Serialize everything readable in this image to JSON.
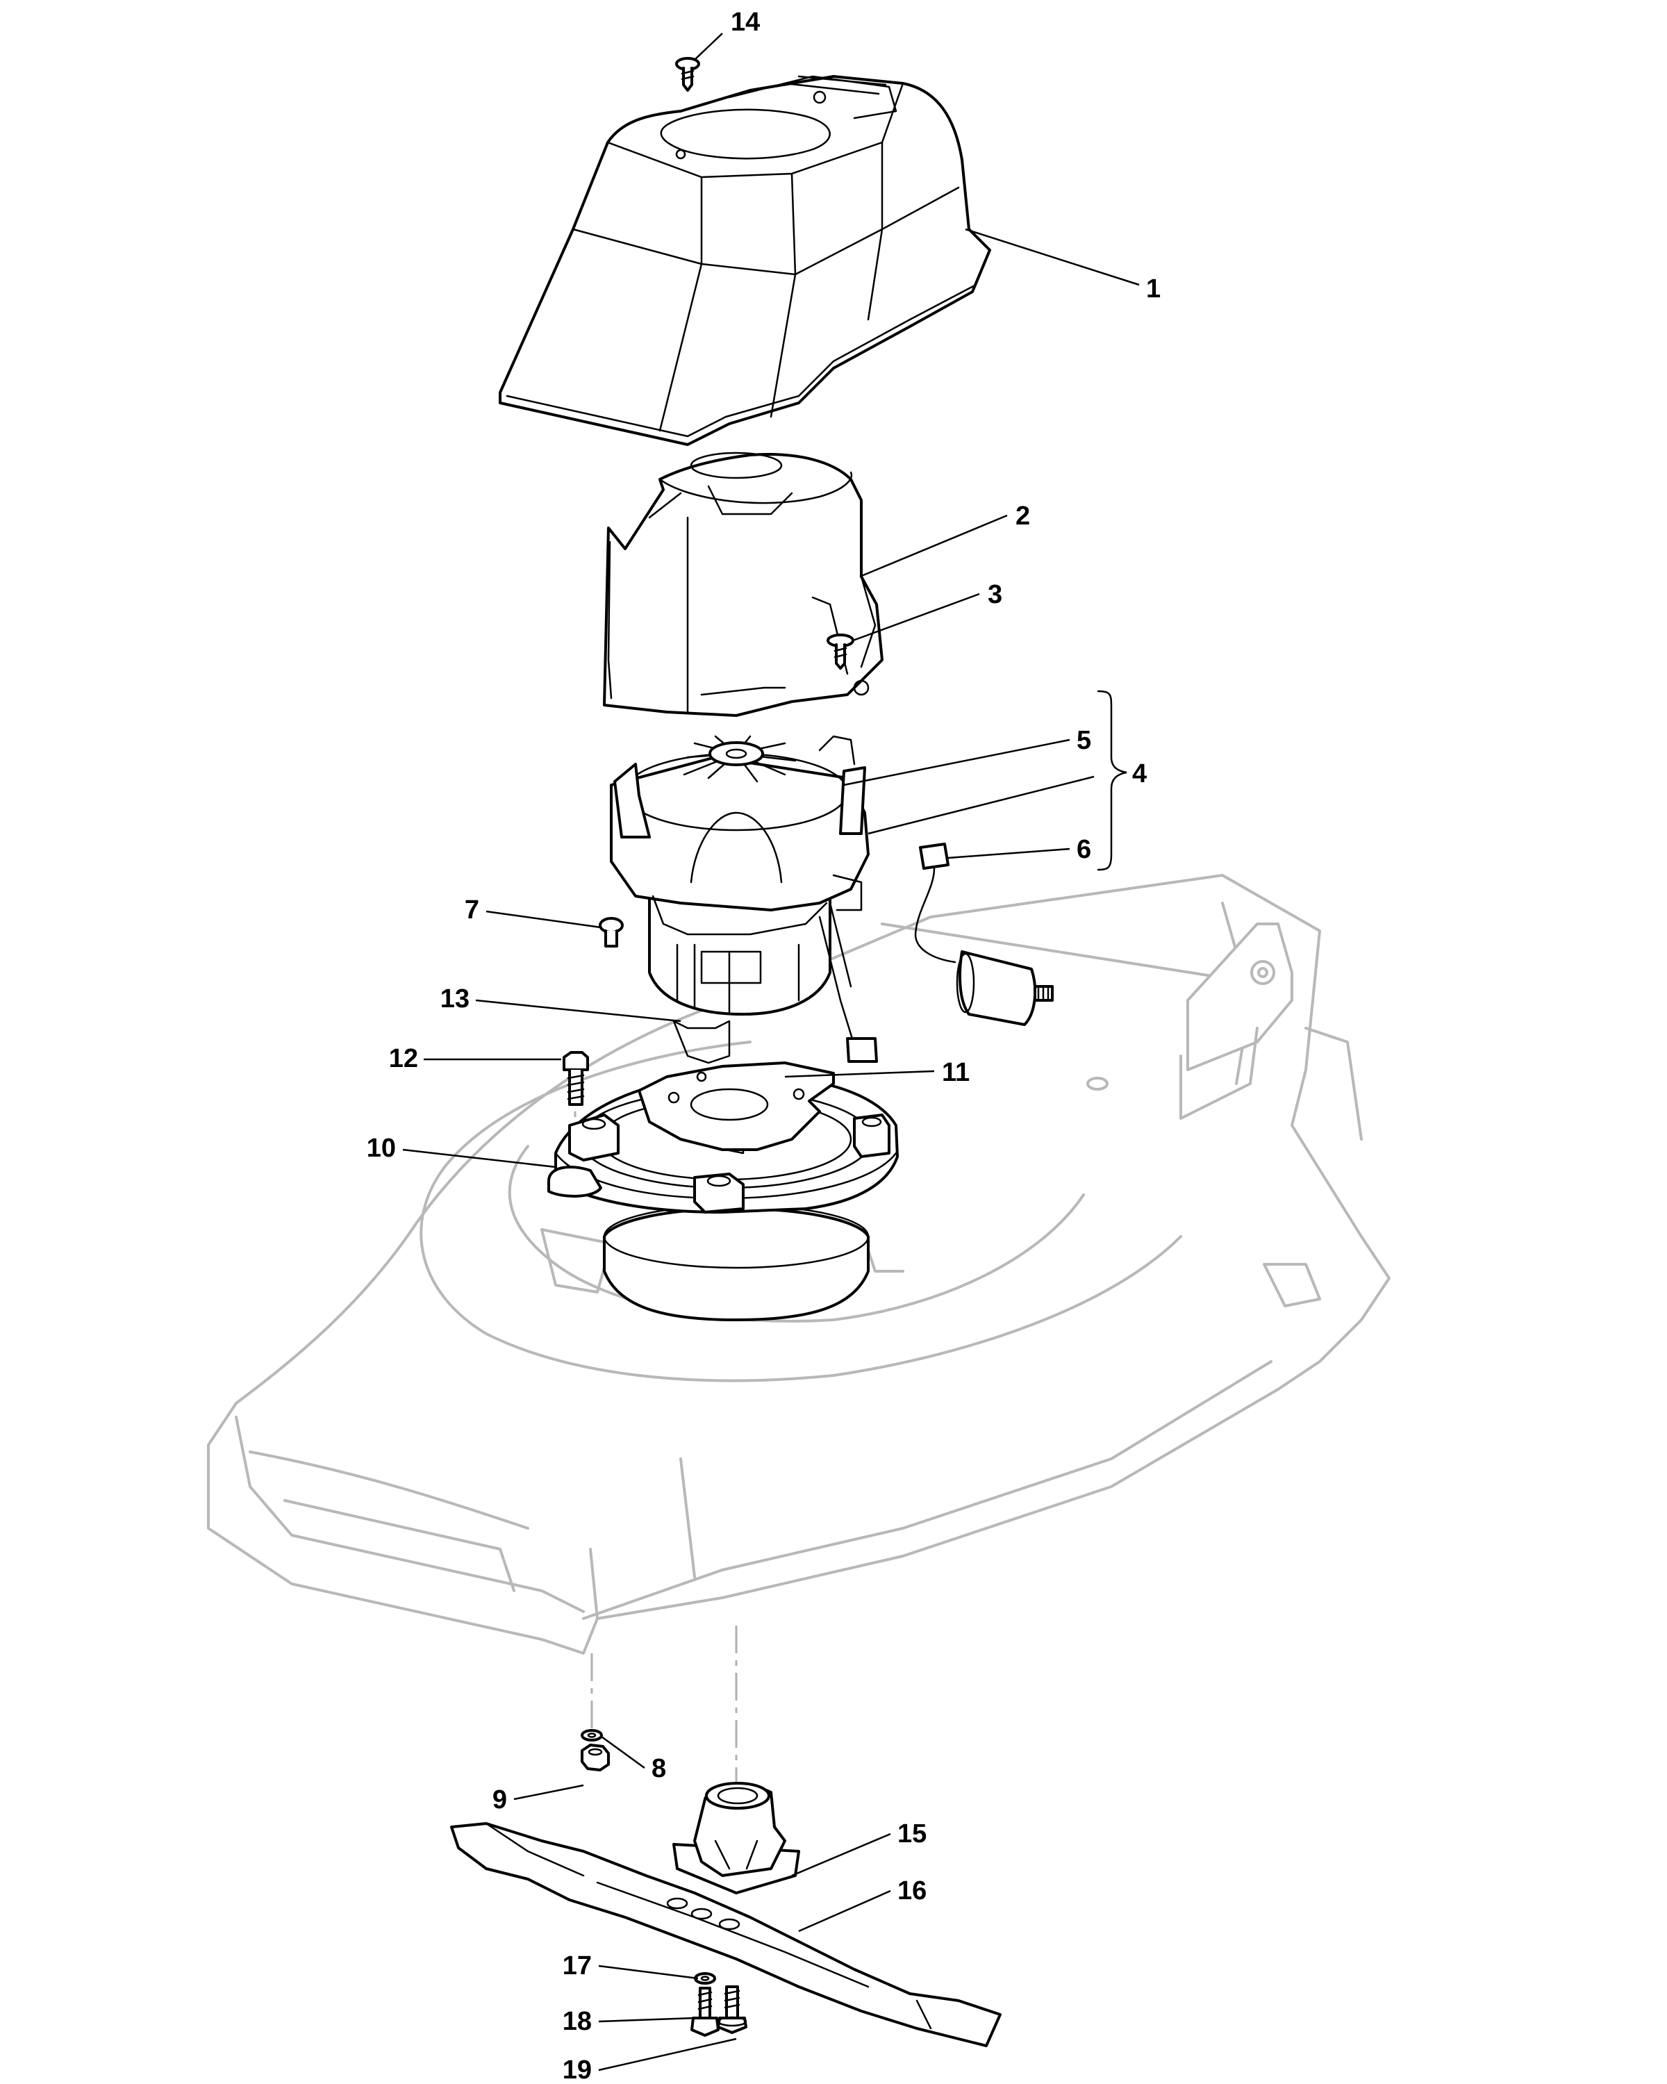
{
  "callouts": [
    {
      "id": "1",
      "label": "1"
    },
    {
      "id": "2",
      "label": "2"
    },
    {
      "id": "3",
      "label": "3"
    },
    {
      "id": "4",
      "label": "4"
    },
    {
      "id": "5",
      "label": "5"
    },
    {
      "id": "6",
      "label": "6"
    },
    {
      "id": "7",
      "label": "7"
    },
    {
      "id": "8",
      "label": "8"
    },
    {
      "id": "9",
      "label": "9"
    },
    {
      "id": "10",
      "label": "10"
    },
    {
      "id": "11",
      "label": "11"
    },
    {
      "id": "12",
      "label": "12"
    },
    {
      "id": "13",
      "label": "13"
    },
    {
      "id": "14",
      "label": "14"
    },
    {
      "id": "15",
      "label": "15"
    },
    {
      "id": "16",
      "label": "16"
    },
    {
      "id": "17",
      "label": "17"
    },
    {
      "id": "18",
      "label": "18"
    },
    {
      "id": "19",
      "label": "19"
    }
  ],
  "colors": {
    "part_outline": "#000000",
    "deck_outline": "#b8b8b8",
    "background": "#ffffff"
  }
}
